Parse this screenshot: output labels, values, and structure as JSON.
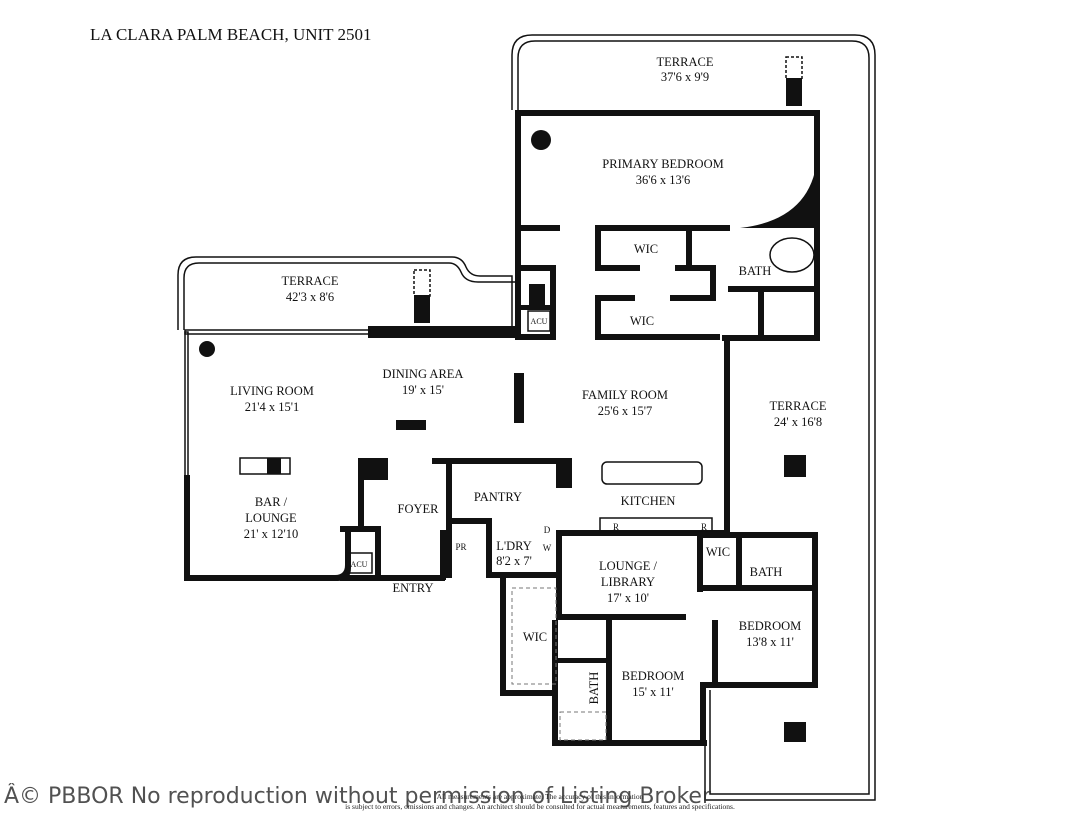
{
  "title": "LA CLARA PALM BEACH, UNIT 2501",
  "rooms": {
    "terrace_top": {
      "name": "TERRACE",
      "dims": "37'6 x 9'9"
    },
    "primary_bedroom": {
      "name": "PRIMARY BEDROOM",
      "dims": "36'6 x 13'6"
    },
    "wic_upper": {
      "name": "WIC"
    },
    "wic_lower": {
      "name": "WIC"
    },
    "bath_primary": {
      "name": "BATH"
    },
    "acu_upper": {
      "name": "ACU"
    },
    "terrace_left": {
      "name": "TERRACE",
      "dims": "42'3 x 8'6"
    },
    "living_room": {
      "name": "LIVING ROOM",
      "dims": "21'4 x 15'1"
    },
    "dining_area": {
      "name": "DINING AREA",
      "dims": "19' x 15'"
    },
    "family_room": {
      "name": "FAMILY ROOM",
      "dims": "25'6 x 15'7"
    },
    "terrace_right": {
      "name": "TERRACE",
      "dims": "24' x 16'8"
    },
    "bar_lounge": {
      "name_line1": "BAR /",
      "name_line2": "LOUNGE",
      "dims": "21' x 12'10"
    },
    "foyer": {
      "name": "FOYER"
    },
    "pantry": {
      "name": "PANTRY"
    },
    "kitchen": {
      "name": "KITCHEN"
    },
    "pr": {
      "name": "PR"
    },
    "laundry": {
      "name": "L'DRY",
      "dims": "8'2 x 7'"
    },
    "dryer": {
      "name": "D"
    },
    "washer": {
      "name": "W"
    },
    "acu_lower": {
      "name": "ACU"
    },
    "entry": {
      "name": "ENTRY"
    },
    "lounge_library": {
      "name_line1": "LOUNGE /",
      "name_line2": "LIBRARY",
      "dims": "17' x 10'"
    },
    "wic_right": {
      "name": "WIC"
    },
    "bath_right": {
      "name": "BATH"
    },
    "bedroom_right": {
      "name": "BEDROOM",
      "dims": "13'8 x 11'"
    },
    "wic_bottom": {
      "name": "WIC"
    },
    "bath_bottom": {
      "name": "BATH"
    },
    "bedroom_bottom": {
      "name": "BEDROOM",
      "dims": "15' x 11'"
    },
    "fridge_left": {
      "name": "R"
    },
    "fridge_right": {
      "name": "R"
    }
  },
  "disclaimer": {
    "line1": "All measurements are approximate. The accuracy of this information",
    "line2": "is subject to errors, omissions and changes. An architect should be consulted for actual measurements, features and specifications."
  },
  "watermark": "Â© PBBOR No reproduction without permission of Listing Broker"
}
